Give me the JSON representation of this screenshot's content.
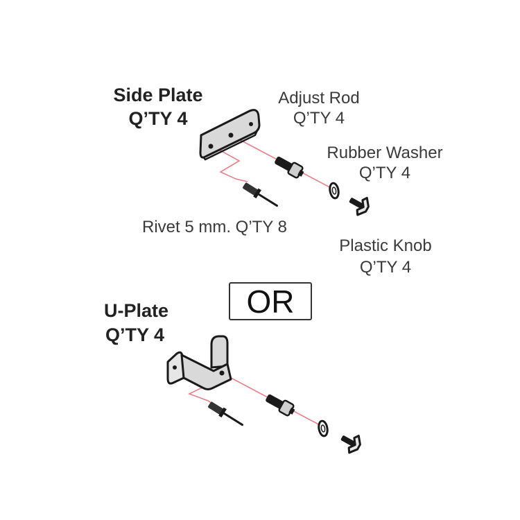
{
  "colors": {
    "leader": "#e8808a",
    "part_fill": "#d8d8d8",
    "part_stroke": "#1a1a1a"
  },
  "set_a": {
    "side_plate": {
      "name": "Side Plate",
      "qty": "Q’TY 4"
    },
    "adjust_rod": {
      "name": "Adjust Rod",
      "qty": "Q’TY 4"
    },
    "rubber_washer": {
      "name": "Rubber Washer",
      "qty": "Q’TY 4"
    },
    "rivet": {
      "label": "Rivet 5 mm. Q’TY 8"
    },
    "plastic_knob": {
      "name": "Plastic Knob",
      "qty": "Q’TY 4"
    }
  },
  "separator": {
    "label": "OR"
  },
  "set_b": {
    "u_plate": {
      "name": "U-Plate",
      "qty": "Q’TY 4"
    }
  }
}
